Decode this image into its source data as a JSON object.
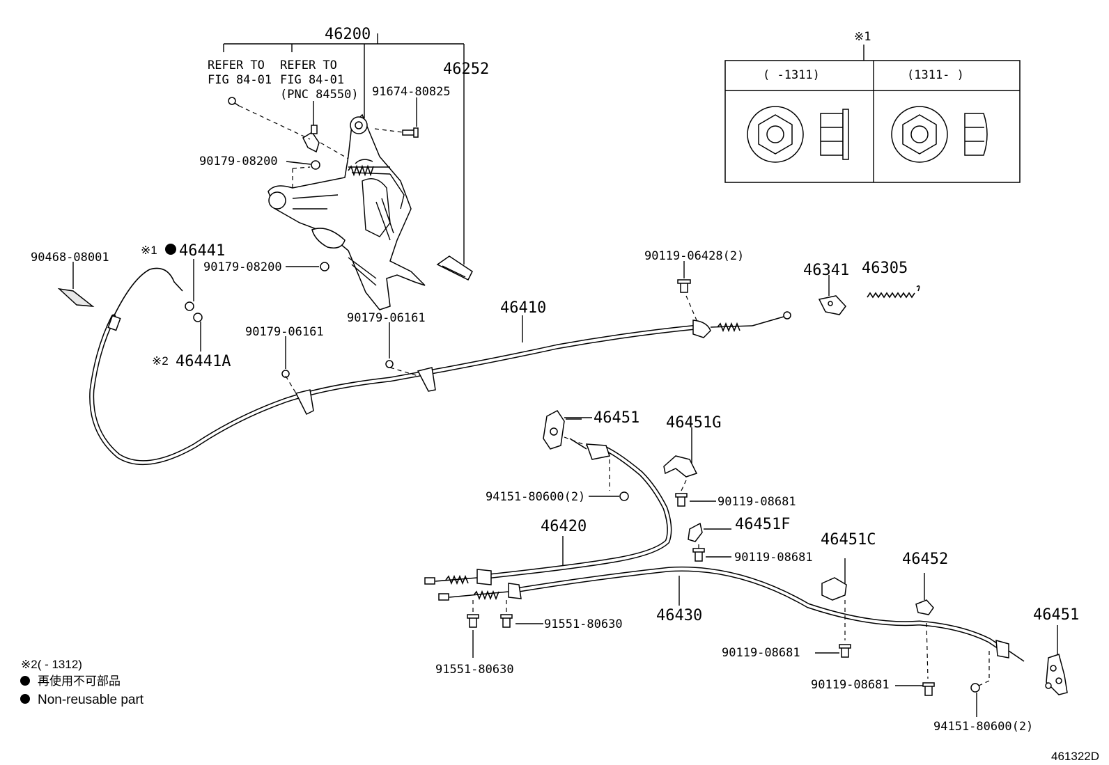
{
  "labels": {
    "p46200": "46200",
    "p46252": "46252",
    "refer1_a": "REFER TO",
    "refer1_b": "FIG 84-01",
    "refer2_a": "REFER TO",
    "refer2_b": "FIG 84-01",
    "refer2_c": "(PNC 84550)",
    "p91674": "91674-80825",
    "p90179_08200_a": "90179-08200",
    "p90179_08200_b": "90179-08200",
    "p90179_06161_a": "90179-06161",
    "p90179_06161_b": "90179-06161",
    "p90468": "90468-08001",
    "mark1": "※1",
    "p46441": "46441",
    "mark2": "※2",
    "p46441A": "46441A",
    "p46410": "46410",
    "p90119_06428": "90119-06428(2)",
    "p46341": "46341",
    "p46305": "46305",
    "p46451_a": "46451",
    "p46451G": "46451G",
    "p94151_a": "94151-80600(2)",
    "p90119_08681_a": "90119-08681",
    "p46451F": "46451F",
    "p90119_08681_b": "90119-08681",
    "p46420": "46420",
    "p46451C": "46451C",
    "p46452": "46452",
    "p46430": "46430",
    "p91551_a": "91551-80630",
    "p91551_b": "91551-80630",
    "p90119_08681_c": "90119-08681",
    "p90119_08681_d": "90119-08681",
    "p46451_b": "46451",
    "p94151_b": "94151-80600(2)"
  },
  "inset": {
    "mark": "※1",
    "col1": "(     -1311)",
    "col2": "(1311-     )"
  },
  "notes": {
    "line1": "※2(      - 1312)",
    "line2": "再使用不可部品",
    "line3": "Non-reusable part"
  },
  "figure_id": "461322D"
}
